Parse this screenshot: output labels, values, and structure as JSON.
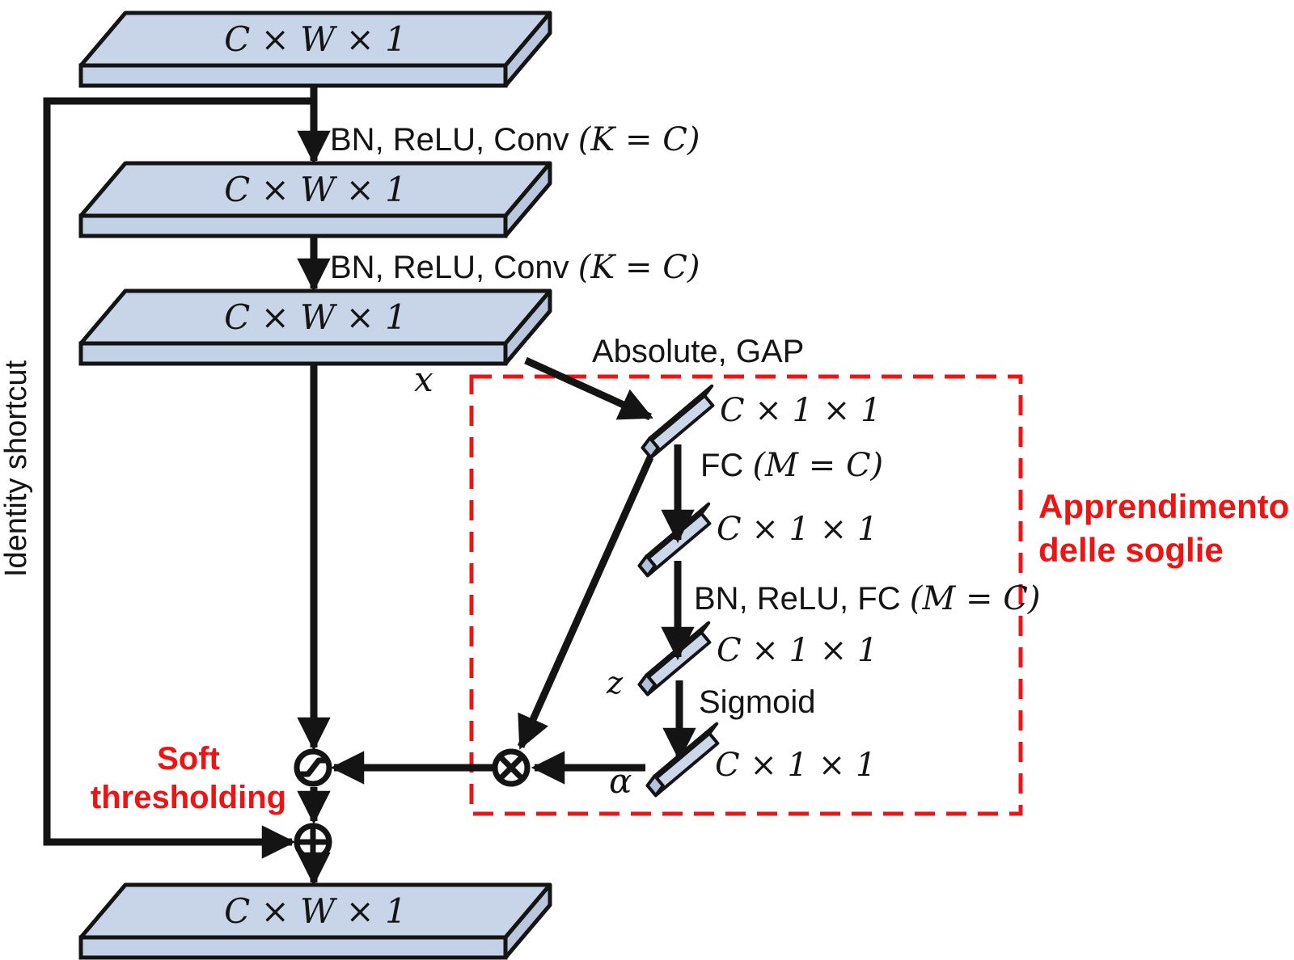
{
  "figure": {
    "type": "residual-shrinkage-block-diagram",
    "background": "#ffffff"
  },
  "colors": {
    "slab_top": "#c8d5e9",
    "slab_front": "#c3d1e6",
    "slab_side": "#b9c6db",
    "bar_main": "#ccd8ea",
    "bar_strip": "#e9eff7",
    "bar_end": "#b3c2d8",
    "outline": "#141414",
    "accent_red": "#ee1414"
  },
  "slabs": [
    {
      "label": "C × W × 1"
    },
    {
      "label": "C × W × 1"
    },
    {
      "label": "C × W × 1"
    },
    {
      "label": "C × W × 1"
    }
  ],
  "vectors": [
    {
      "label": "C × 1 × 1"
    },
    {
      "label": "C × 1 × 1"
    },
    {
      "label": "C × 1 × 1"
    },
    {
      "label": "C × 1 × 1"
    }
  ],
  "edge_labels": {
    "conv1_prefix": "BN, ReLU, Conv ",
    "conv1_math": "(K = C)",
    "conv2_prefix": "BN, ReLU, Conv ",
    "conv2_math": "(K = C)",
    "absolute_gap": "Absolute, GAP",
    "fc1_prefix": "FC ",
    "fc1_math": "(M = C)",
    "fc2_prefix": "BN, ReLU, FC ",
    "fc2_math": "(M = C)",
    "sigmoid": "Sigmoid"
  },
  "symbols": {
    "x": "x",
    "z": "z",
    "alpha": "α"
  },
  "annotations": {
    "identity_shortcut": "Identity shortcut",
    "soft_thresholding": [
      "Soft",
      "thresholding"
    ],
    "threshold_learning": [
      "Apprendimento",
      "delle soglie"
    ]
  },
  "operators": {
    "multiply_icon": "circle-times",
    "add_icon": "circle-plus",
    "soft_threshold_icon": "circle-soft-threshold"
  }
}
